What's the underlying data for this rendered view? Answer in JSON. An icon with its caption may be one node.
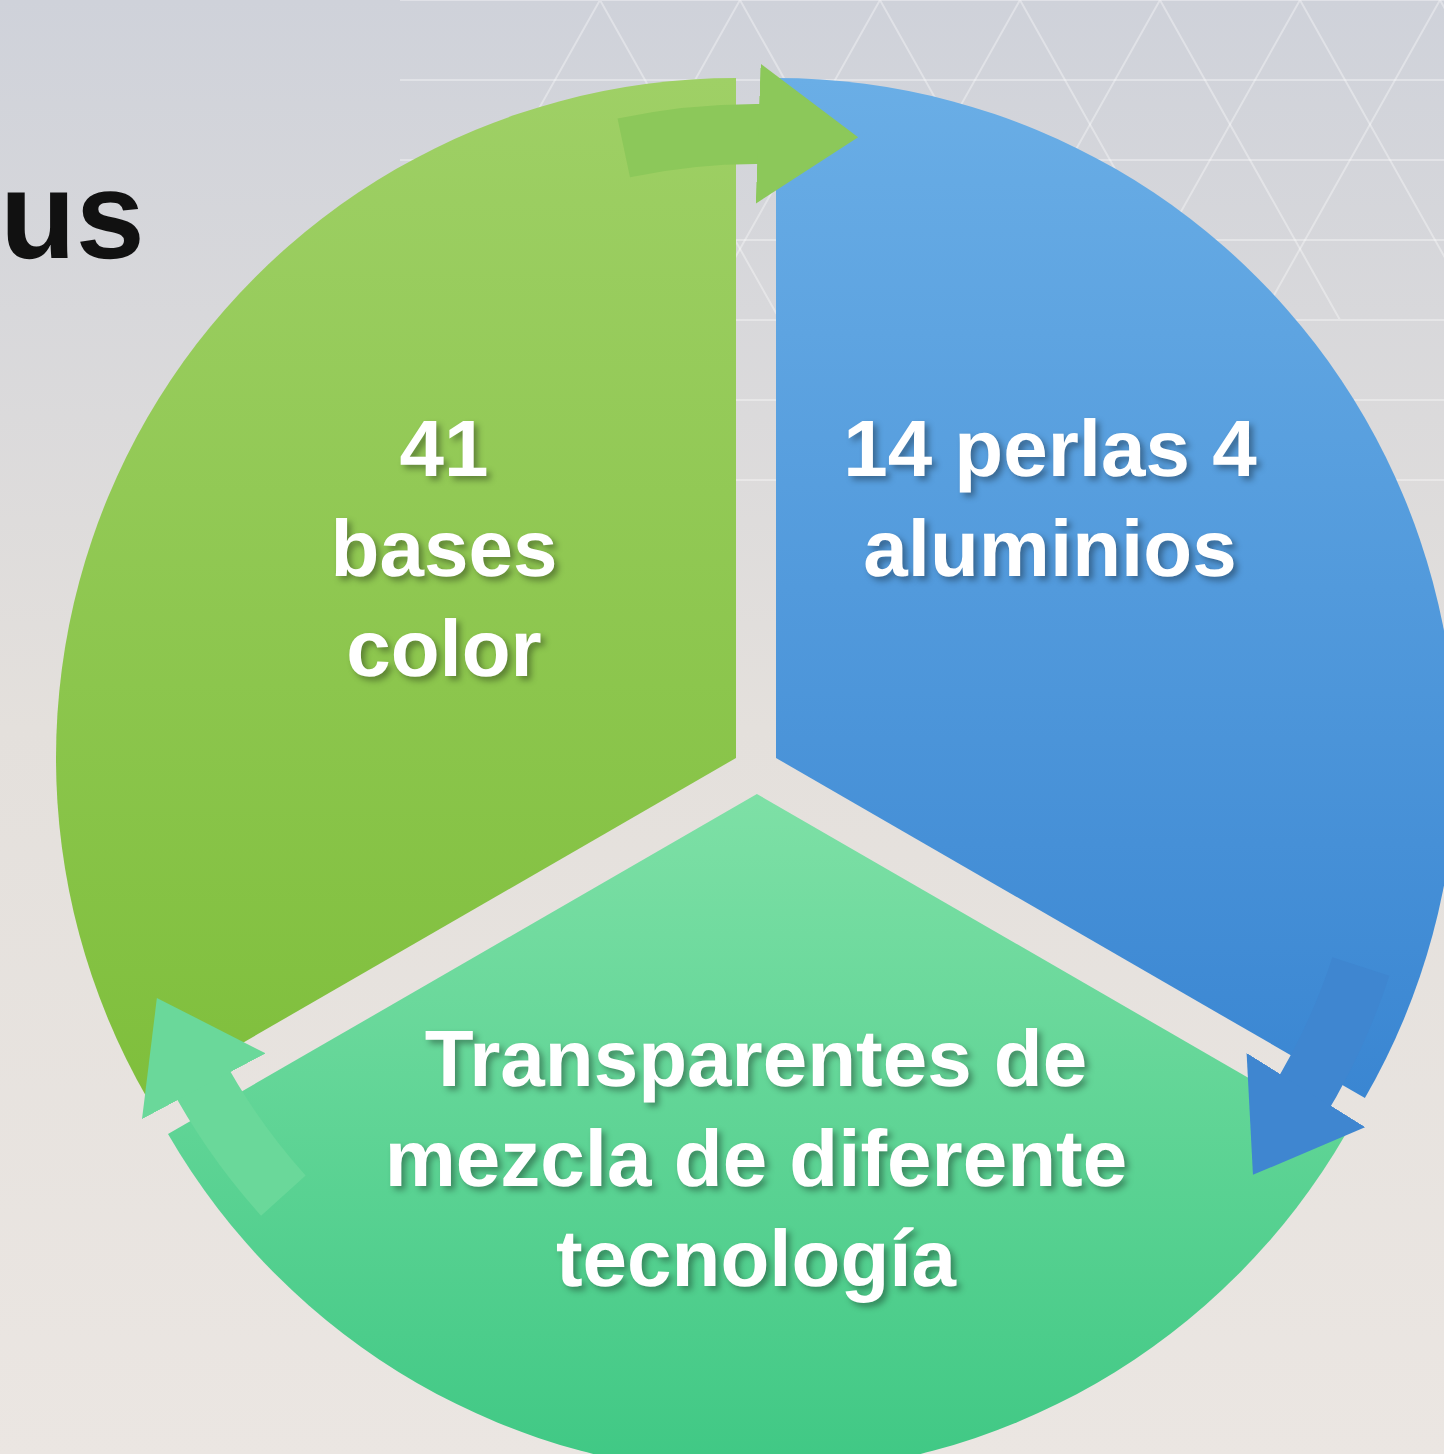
{
  "diagram": {
    "nodes": [
      {
        "text": [
          "41 bases color"
        ]
      },
      {
        "text": [
          "14 perlas 4 aluminios"
        ]
      },
      {
        "text": [
          "Transparentes de mezcla de diferente tecnología"
        ]
      }
    ],
    "edges": [
      {
        "from": 0,
        "to": 1,
        "arrow": "to",
        "color": "#8cc85a"
      },
      {
        "from": 1,
        "to": 2,
        "arrow": "to",
        "color": "#3f86d0"
      },
      {
        "from": 2,
        "to": 0,
        "arrow": "to",
        "color": "#6ad89a"
      }
    ],
    "labels": [
      "us"
    ]
  }
}
